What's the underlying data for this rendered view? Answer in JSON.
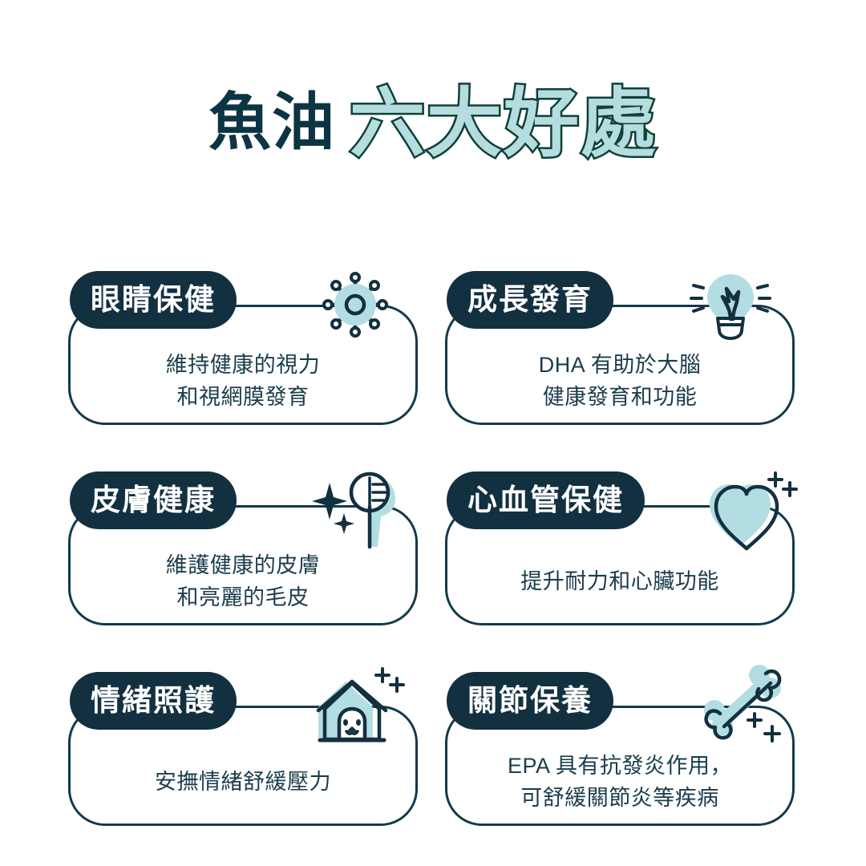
{
  "title": {
    "prefix": "魚油",
    "highlight": "六大好處"
  },
  "colors": {
    "dark_navy": "#123040",
    "card_stroke": "#123a4b",
    "light_teal": "#b2dde2",
    "title_outline": "#0d4038",
    "text": "#1b3c4c",
    "background": "#ffffff"
  },
  "cards": [
    {
      "badge": "眼睛保健",
      "desc": "維持健康的視力\n和視網膜發育",
      "icon": "eye-cell-icon",
      "lines": 2
    },
    {
      "badge": "成長發育",
      "desc": "DHA 有助於大腦\n健康發育和功能",
      "icon": "lightbulb-icon",
      "lines": 2
    },
    {
      "badge": "皮膚健康",
      "desc": "維護健康的皮膚\n和亮麗的毛皮",
      "icon": "grooming-brush-icon",
      "lines": 2
    },
    {
      "badge": "心血管保健",
      "desc": "提升耐力和心臟功能",
      "icon": "heart-icon",
      "lines": 1
    },
    {
      "badge": "情緒照護",
      "desc": "安撫情緒舒緩壓力",
      "icon": "doghouse-icon",
      "lines": 1
    },
    {
      "badge": "關節保養",
      "desc": "EPA 具有抗發炎作用，\n可舒緩關節炎等疾病",
      "icon": "bone-icon",
      "lines": 2
    }
  ]
}
